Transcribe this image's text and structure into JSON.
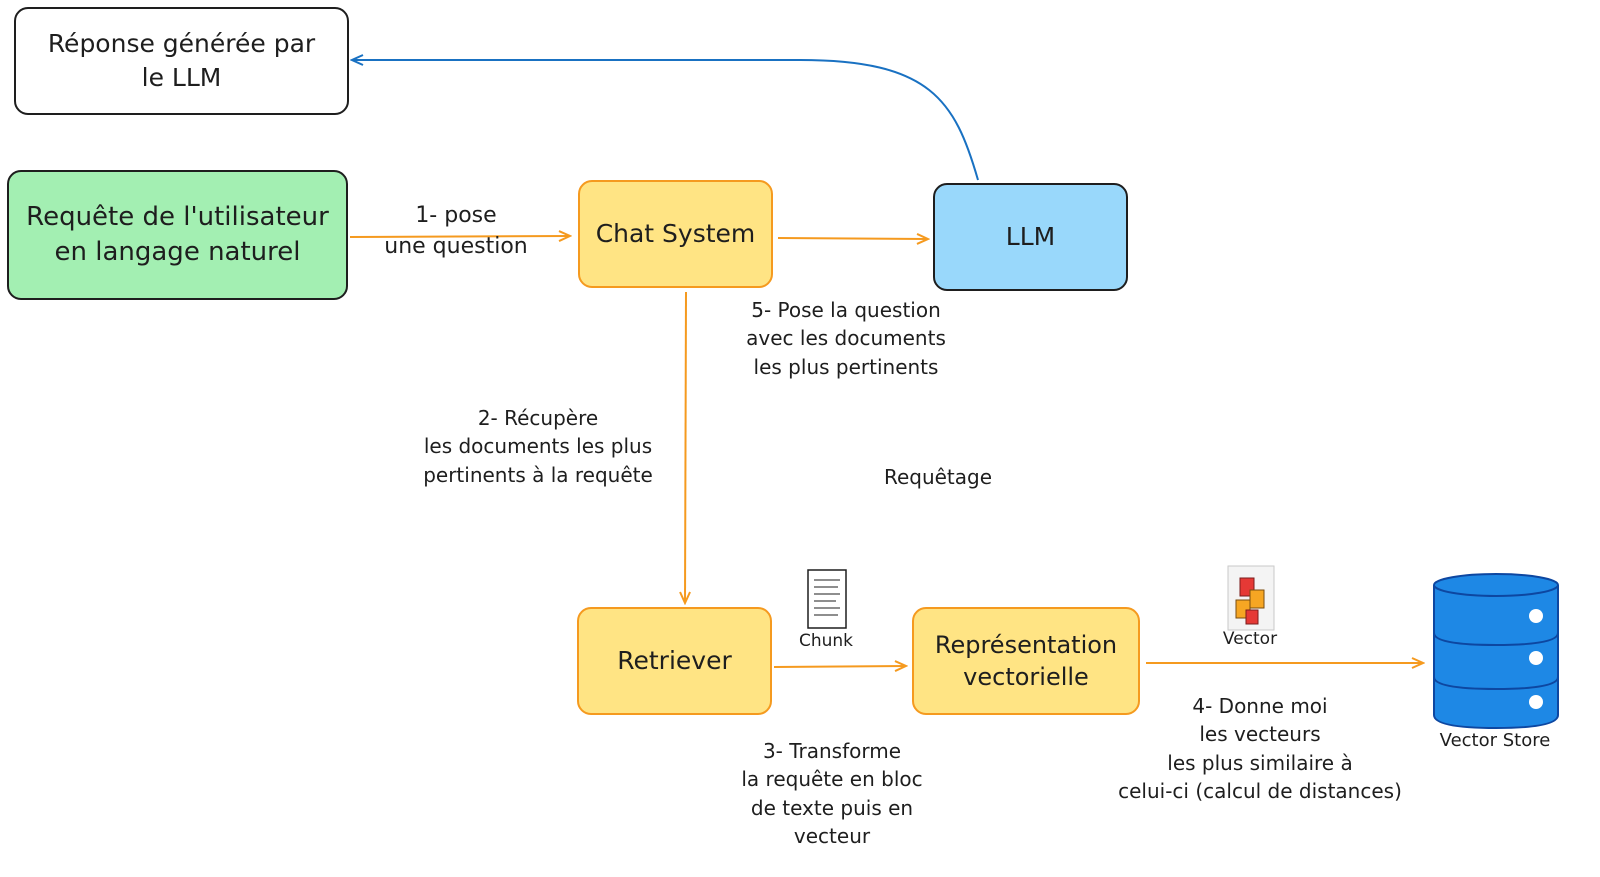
{
  "nodes": {
    "response": "Réponse générée par\nle LLM",
    "user_query": "Requête de l'utilisateur\nen langage naturel",
    "chat_system": "Chat System",
    "llm": "LLM",
    "retriever": "Retriever",
    "vector_representation": "Représentation\nvectorielle",
    "vector_store": "Vector Store"
  },
  "edge_labels": {
    "step1": "1- pose\nune question",
    "step2": "2- Récupère\nles documents les plus\npertinents à la requête",
    "step3": "3- Transforme\nla requête en bloc\nde texte puis en\nvecteur",
    "step4": "4- Donne moi\nles vecteurs\nles plus similaire à\ncelui-ci (calcul de distances)",
    "step5": "5- Pose la question\navec les documents\nles plus pertinents",
    "querying": "Requêtage"
  },
  "icons": {
    "chunk": {
      "icon": "document-icon",
      "label": "Chunk"
    },
    "vector": {
      "icon": "vector-cards-icon",
      "label": "Vector"
    },
    "store": {
      "icon": "database-icon"
    }
  },
  "colors": {
    "green_fill": "#a3efb2",
    "yellow_fill": "#ffe484",
    "orange_stroke": "#f59a1f",
    "blue_fill": "#99d8fb",
    "blue_arrow": "#1971c2",
    "database_fill": "#1e88e5",
    "text": "#1e1e1e"
  }
}
